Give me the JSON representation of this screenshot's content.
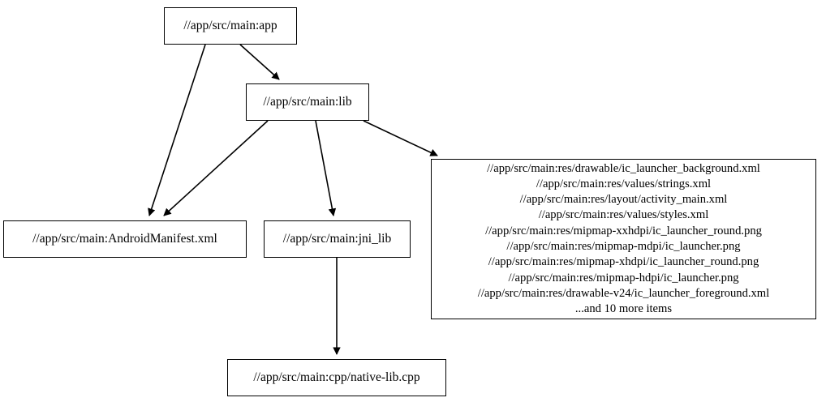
{
  "graph": {
    "type": "directed-dependency-graph",
    "nodes": [
      {
        "id": "app",
        "label": "//app/src/main:app"
      },
      {
        "id": "lib",
        "label": "//app/src/main:lib"
      },
      {
        "id": "manifest",
        "label": "//app/src/main:AndroidManifest.xml"
      },
      {
        "id": "jni_lib",
        "label": "//app/src/main:jni_lib"
      },
      {
        "id": "cpp",
        "label": "//app/src/main:cpp/native-lib.cpp"
      },
      {
        "id": "resources",
        "lines": [
          "//app/src/main:res/drawable/ic_launcher_background.xml",
          "//app/src/main:res/values/strings.xml",
          "//app/src/main:res/layout/activity_main.xml",
          "//app/src/main:res/values/styles.xml",
          "//app/src/main:res/mipmap-xxhdpi/ic_launcher_round.png",
          "//app/src/main:res/mipmap-mdpi/ic_launcher.png",
          "//app/src/main:res/mipmap-xhdpi/ic_launcher_round.png",
          "//app/src/main:res/mipmap-hdpi/ic_launcher.png",
          "//app/src/main:res/drawable-v24/ic_launcher_foreground.xml",
          "...and 10 more items"
        ]
      }
    ],
    "edges": [
      {
        "from": "app",
        "to": "lib"
      },
      {
        "from": "app",
        "to": "manifest"
      },
      {
        "from": "lib",
        "to": "manifest"
      },
      {
        "from": "lib",
        "to": "jni_lib"
      },
      {
        "from": "lib",
        "to": "resources"
      },
      {
        "from": "jni_lib",
        "to": "cpp"
      }
    ],
    "colors": {
      "background": "#ffffff",
      "node_border": "#000000",
      "node_fill": "#ffffff",
      "text": "#000000",
      "edge": "#000000"
    }
  }
}
